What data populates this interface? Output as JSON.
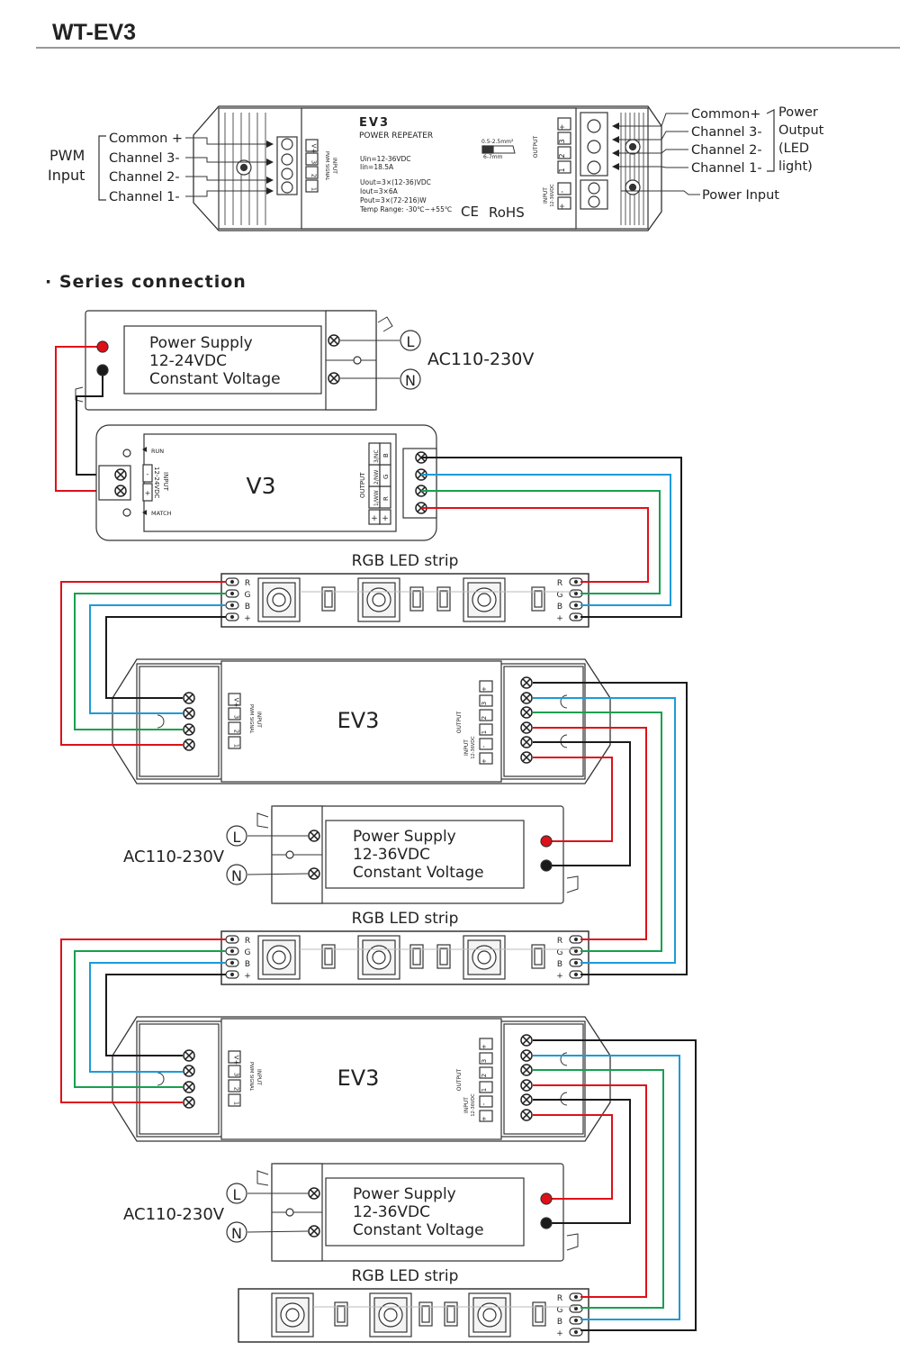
{
  "header": {
    "title": "WT-EV3"
  },
  "top_device": {
    "model": "EV3",
    "subtitle": "POWER REPEATER",
    "specs": [
      "Uin=12-36VDC",
      "Iin=18.5A",
      "Uout=3×(12-36)VDC",
      "Iout=3×6A",
      "Pout=3×(72-216)W",
      "Temp Range: -30℃~+55℃"
    ],
    "wire_spec": [
      "0.5-2.5mm²",
      "6-7mm"
    ],
    "cert": "RoHS",
    "left_group": [
      "PWM",
      "Input"
    ],
    "left_labels": [
      "Common +",
      "Channel 3-",
      "Channel 2-",
      "Channel 1-"
    ],
    "right_labels": [
      "Common+",
      "Channel 3-",
      "Channel 2-",
      "Channel 1-"
    ],
    "right_group": [
      "Power",
      "Output",
      "(LED",
      "light)"
    ],
    "power_input": "Power Input"
  },
  "ev3_terminals": {
    "input_pins": [
      "V+",
      "3",
      "2",
      "1"
    ],
    "input_label": "INPUT",
    "input_sub": "PWM SIGNAL",
    "output_label": "OUTPUT",
    "output_pins": [
      "+",
      "3",
      "2",
      "1"
    ],
    "power_pins": [
      "-",
      "+"
    ],
    "power_label": "INPUT",
    "power_sub": "12-36VDC"
  },
  "section_title": "· Series connection",
  "power_supply_1": {
    "lines": [
      "Power Supply",
      "12-24VDC",
      "Constant Voltage"
    ]
  },
  "power_supply_2": {
    "lines": [
      "Power Supply",
      "12-36VDC",
      "Constant Voltage"
    ]
  },
  "ac": {
    "label": "AC110-230V",
    "l": "L",
    "n": "N"
  },
  "v3": {
    "model": "V3",
    "run": "RUN",
    "match": "MATCH",
    "input": "INPUT",
    "input_sub": "12-24VDC",
    "input_pins": [
      "-",
      "+"
    ],
    "output": "OUTPUT",
    "channels": [
      "1/WW",
      "2/NW",
      "3/NC"
    ],
    "colors": [
      "R",
      "G",
      "B"
    ],
    "plus": "+"
  },
  "ev3": {
    "model": "EV3"
  },
  "strip": {
    "label": "RGB LED strip",
    "pins": [
      "R",
      "G",
      "B",
      "+"
    ]
  },
  "colors": {
    "red": "#e01018",
    "green": "#17a050",
    "blue": "#1e9ad8",
    "black": "#1a1a1a"
  }
}
